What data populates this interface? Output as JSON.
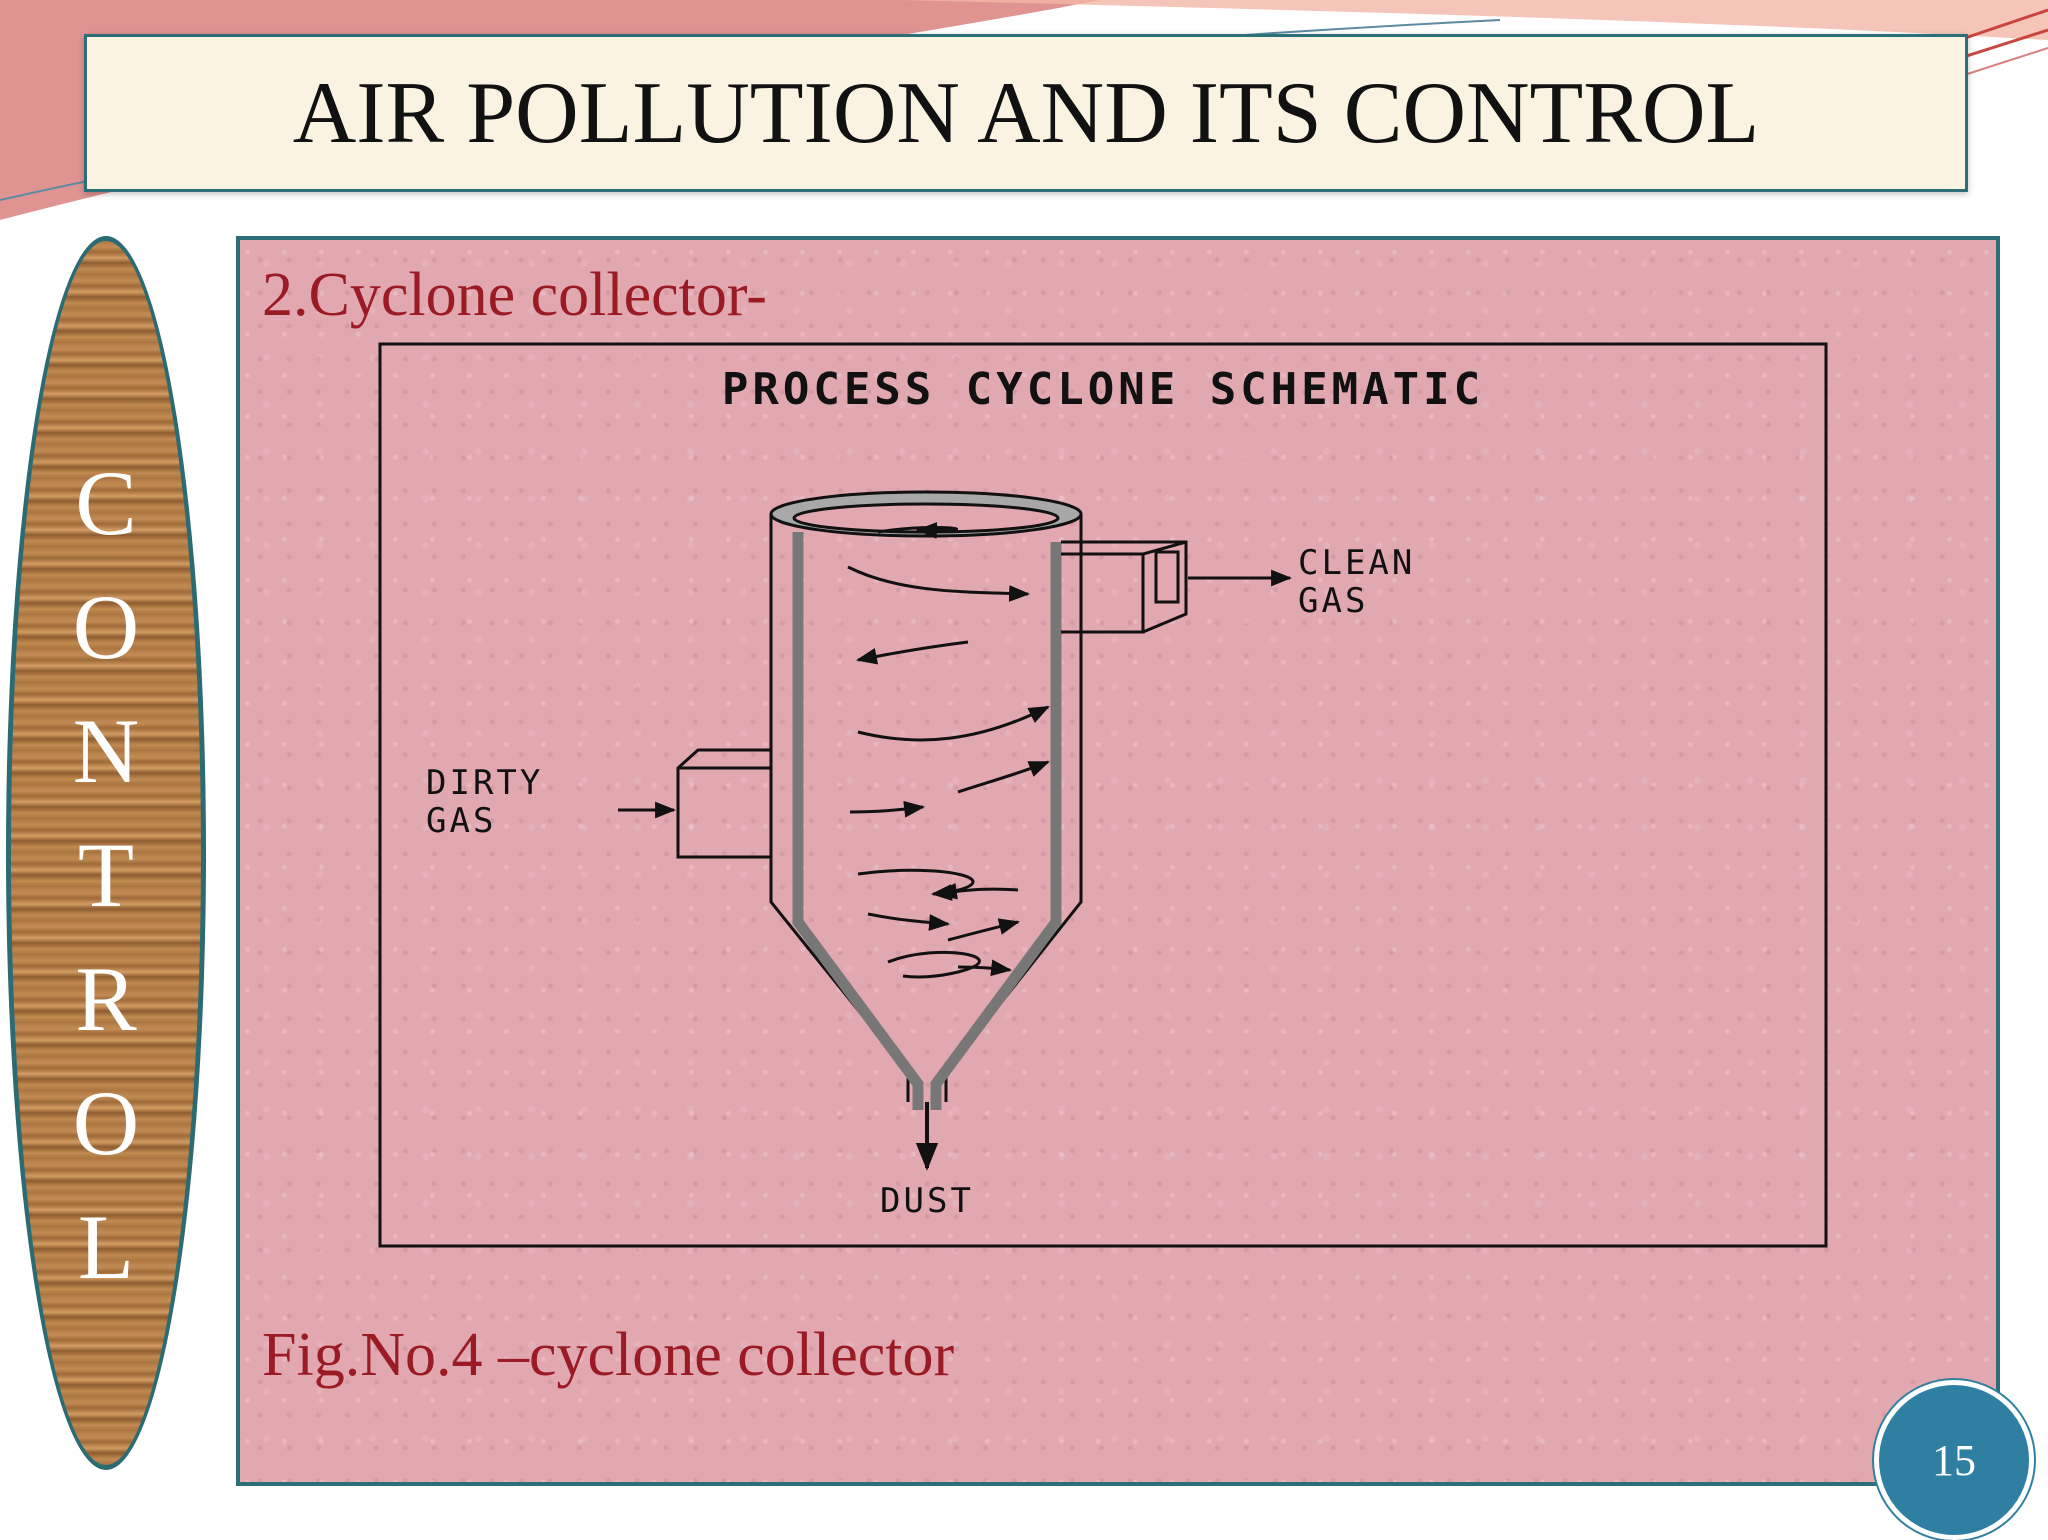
{
  "slide": {
    "title": "AIR POLLUTION AND ITS CONTROL",
    "side_letters": [
      "C",
      "O",
      "N",
      "T",
      "R",
      "O",
      "L"
    ],
    "subtitle": "2.Cyclone collector-",
    "caption": "Fig.No.4 –cyclone collector",
    "page_number": "15"
  },
  "diagram": {
    "heading": "PROCESS CYCLONE SCHEMATIC",
    "labels": {
      "dirty_gas_line1": "DIRTY",
      "dirty_gas_line2": "GAS",
      "clean_gas_line1": "CLEAN",
      "clean_gas_line2": "GAS",
      "dust": "DUST"
    }
  },
  "colors": {
    "accent_teal": "#2d6f79",
    "caption_red": "#9b1b24",
    "content_bg": "#e2a8b0",
    "page_badge": "#2f7fa2"
  }
}
